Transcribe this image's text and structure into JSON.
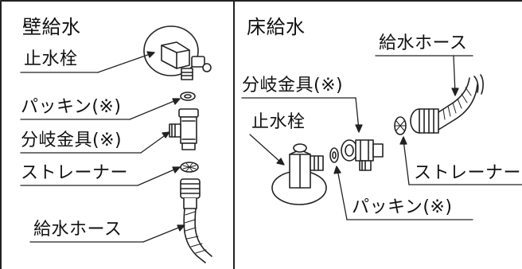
{
  "wall": {
    "title": "壁給水",
    "labels": {
      "stop_valve": "止水栓",
      "packing": "パッキン(※)",
      "branch_fitting": "分岐金具(※)",
      "strainer": "ストレーナー",
      "supply_hose": "給水ホース"
    }
  },
  "floor": {
    "title": "床給水",
    "labels": {
      "supply_hose": "給水ホース",
      "branch_fitting": "分岐金具(※)",
      "stop_valve": "止水栓",
      "strainer": "ストレーナー",
      "packing": "パッキン(※)"
    }
  }
}
